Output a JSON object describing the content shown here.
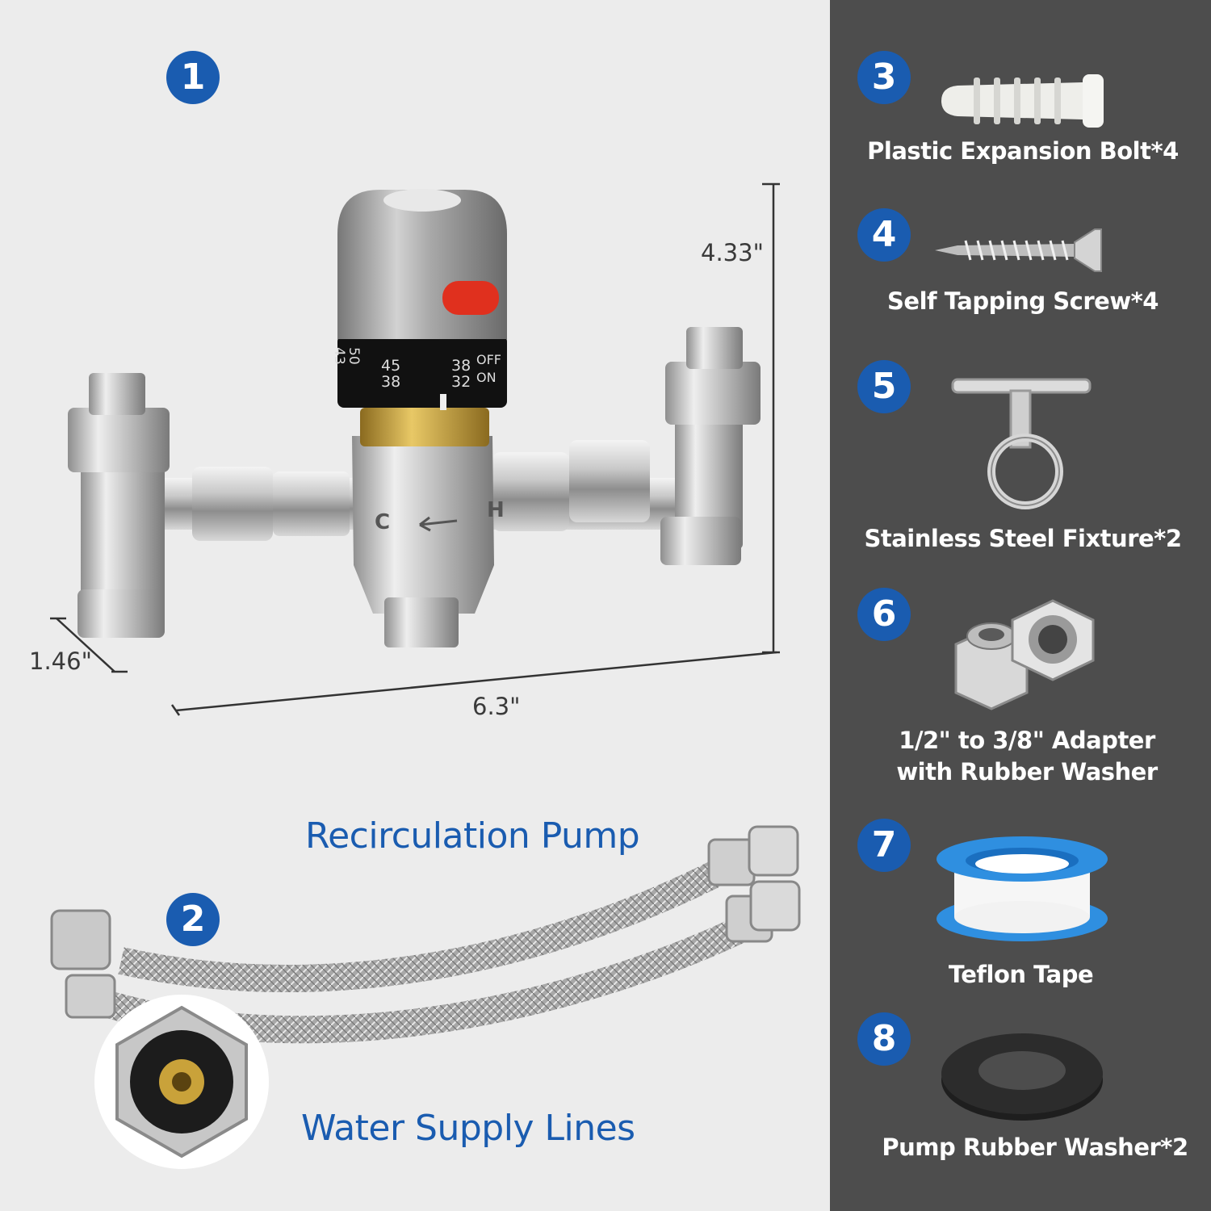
{
  "colors": {
    "badge": "#1a5cb0",
    "left_background": "#ececec",
    "right_background": "#4d4d4d",
    "label_blue": "#1a5cb0",
    "label_white": "#ffffff"
  },
  "main_valve": {
    "badge": "1",
    "dial": {
      "row1": [
        "50",
        "45",
        "38",
        "OFF"
      ],
      "row2": [
        "43",
        "38",
        "32",
        "ON"
      ]
    },
    "body_marks": {
      "cold": "C",
      "hot": "H"
    },
    "dimensions": {
      "height": "4.33\"",
      "depth": "1.46\"",
      "width": "6.3\""
    }
  },
  "supply_lines": {
    "badge": "2",
    "top_label": "Recirculation Pump",
    "bottom_label": "Water Supply Lines"
  },
  "parts": [
    {
      "badge": "3",
      "icon": "plastic-expansion-bolt-icon",
      "lines": [
        "Plastic Expansion Bolt*4"
      ]
    },
    {
      "badge": "4",
      "icon": "self-tapping-screw-icon",
      "lines": [
        "Self  Tapping Screw*4"
      ]
    },
    {
      "badge": "5",
      "icon": "stainless-steel-fixture-icon",
      "lines": [
        "Stainless Steel Fixture*2"
      ]
    },
    {
      "badge": "6",
      "icon": "adapter-icon",
      "lines": [
        "1/2\" to 3/8\" Adapter",
        "with Rubber Washer"
      ]
    },
    {
      "badge": "7",
      "icon": "teflon-tape-icon",
      "lines": [
        "Teflon Tape"
      ]
    },
    {
      "badge": "8",
      "icon": "rubber-washer-icon",
      "lines": [
        "Pump Rubber Washer*2"
      ]
    }
  ]
}
